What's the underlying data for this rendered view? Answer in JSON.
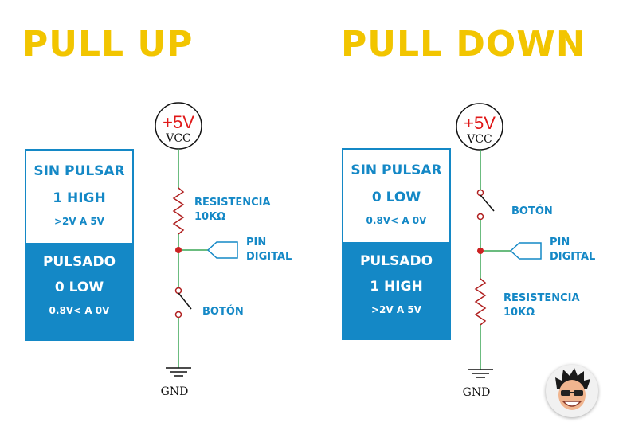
{
  "left": {
    "title": "PULL UP",
    "box": {
      "released_title": "SIN PULSAR",
      "released_state": "1 HIGH",
      "released_range": ">2V A 5V",
      "pressed_title": "PULSADO",
      "pressed_state": "0 LOW",
      "pressed_range": "0.8V< A 0V"
    },
    "supply": {
      "voltage": "+5V",
      "label": "VCC"
    },
    "resistor_label": [
      "RESISTENCIA",
      "10KΩ"
    ],
    "pin_label": [
      "PIN",
      "DIGITAL"
    ],
    "button_label": "BOTÓN",
    "ground_label": "GND"
  },
  "right": {
    "title": "PULL DOWN",
    "box": {
      "released_title": "SIN PULSAR",
      "released_state": "0 LOW",
      "released_range": "0.8V< A 0V",
      "pressed_title": "PULSADO",
      "pressed_state": "1 HIGH",
      "pressed_range": ">2V A 5V"
    },
    "supply": {
      "voltage": "+5V",
      "label": "VCC"
    },
    "button_label": "BOTÓN",
    "pin_label": [
      "PIN",
      "DIGITAL"
    ],
    "resistor_label": [
      "RESISTENCIA",
      "10KΩ"
    ],
    "ground_label": "GND"
  },
  "colors": {
    "title": "#f2c500",
    "accent": "#1488c6",
    "wire": "#3aa655",
    "node": "#cc2222",
    "supply_text": "#e01818"
  }
}
